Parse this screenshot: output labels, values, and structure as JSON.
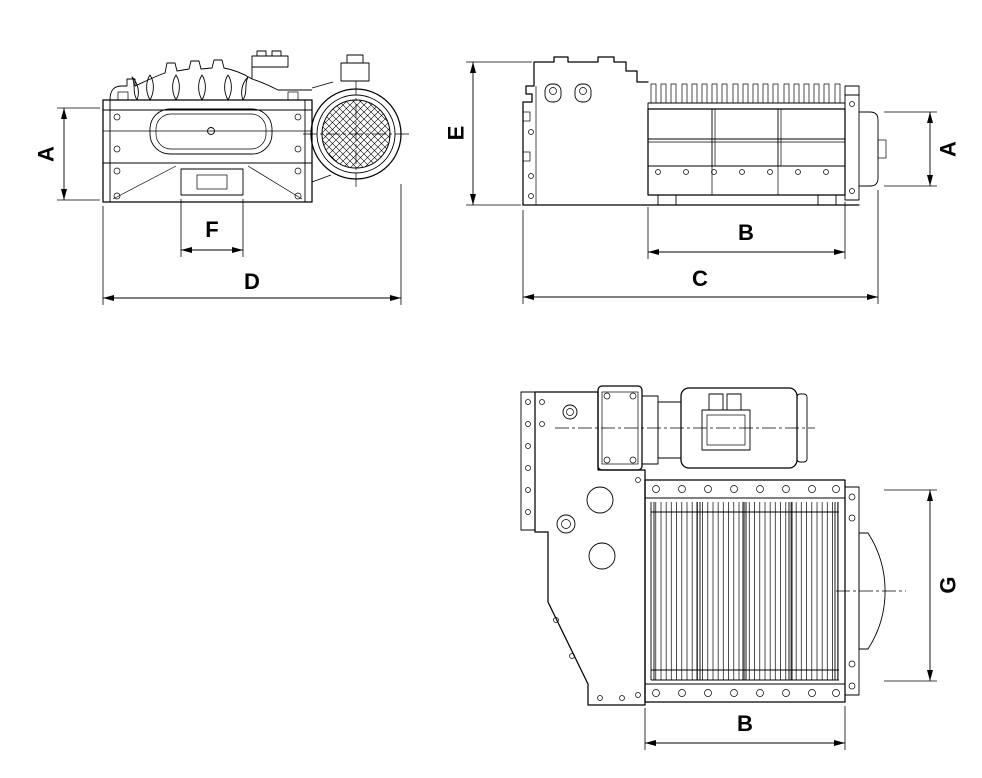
{
  "page": {
    "background": "#ffffff",
    "line_color": "#000000"
  },
  "drawing": {
    "dimensions": {
      "front_view": {
        "height": "A",
        "port_width": "F",
        "overall_width": "D"
      },
      "side_view": {
        "overall_height": "E",
        "end_height": "A",
        "body_width": "B",
        "overall_length": "C"
      },
      "top_view": {
        "cooler_height": "G",
        "body_width": "B"
      }
    }
  }
}
